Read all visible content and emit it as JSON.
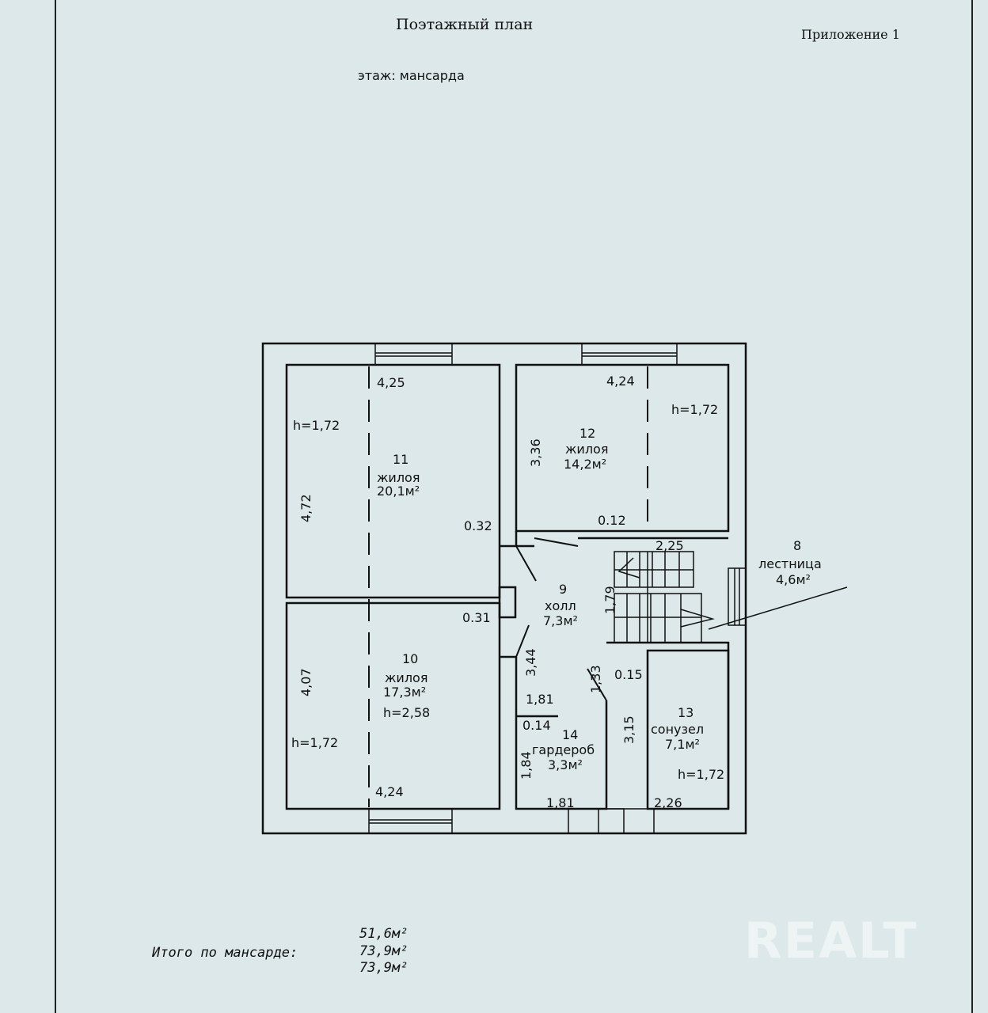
{
  "header": {
    "title": "Поэтажный план",
    "appendix": "Приложение 1",
    "floor": "этаж: мансарда"
  },
  "rooms": [
    {
      "number": "11",
      "type": "жилоя",
      "area": "20,1м²",
      "width": "4,25",
      "length": "4,72",
      "height": "h=1,72"
    },
    {
      "number": "12",
      "type": "жилоя",
      "area": "14,2м²",
      "width": "4,24",
      "length": "3,36",
      "height": "h=1,72"
    },
    {
      "number": "10",
      "type": "жилоя",
      "area": "17,3м²",
      "width": "4,24",
      "length": "4,07",
      "height": "h=1,72",
      "height2": "h=2,58"
    },
    {
      "number": "9",
      "type": "холл",
      "area": "7,3м²",
      "length": "3,44"
    },
    {
      "number": "8",
      "type": "лестница",
      "area": "4,6м²",
      "width": "2,25",
      "length": "1,79"
    },
    {
      "number": "13",
      "type": "сонузел",
      "area": "7,1м²",
      "width": "2,26",
      "length": "3,15",
      "height": "h=1,72"
    },
    {
      "number": "14",
      "type": "гардероб",
      "area": "3,3м²",
      "width": "1,81",
      "width_top": "1,81",
      "length": "1,84"
    }
  ],
  "dimensions": {
    "d032": "0.32",
    "d031": "0.31",
    "d012": "0.12",
    "d015": "0.15",
    "d014": "0.14",
    "d133": "1,33"
  },
  "totals": {
    "label": "Итого по мансарде:",
    "values": [
      "51,6м²",
      "73,9м²",
      "73,9м²"
    ]
  },
  "watermark": "REALT"
}
